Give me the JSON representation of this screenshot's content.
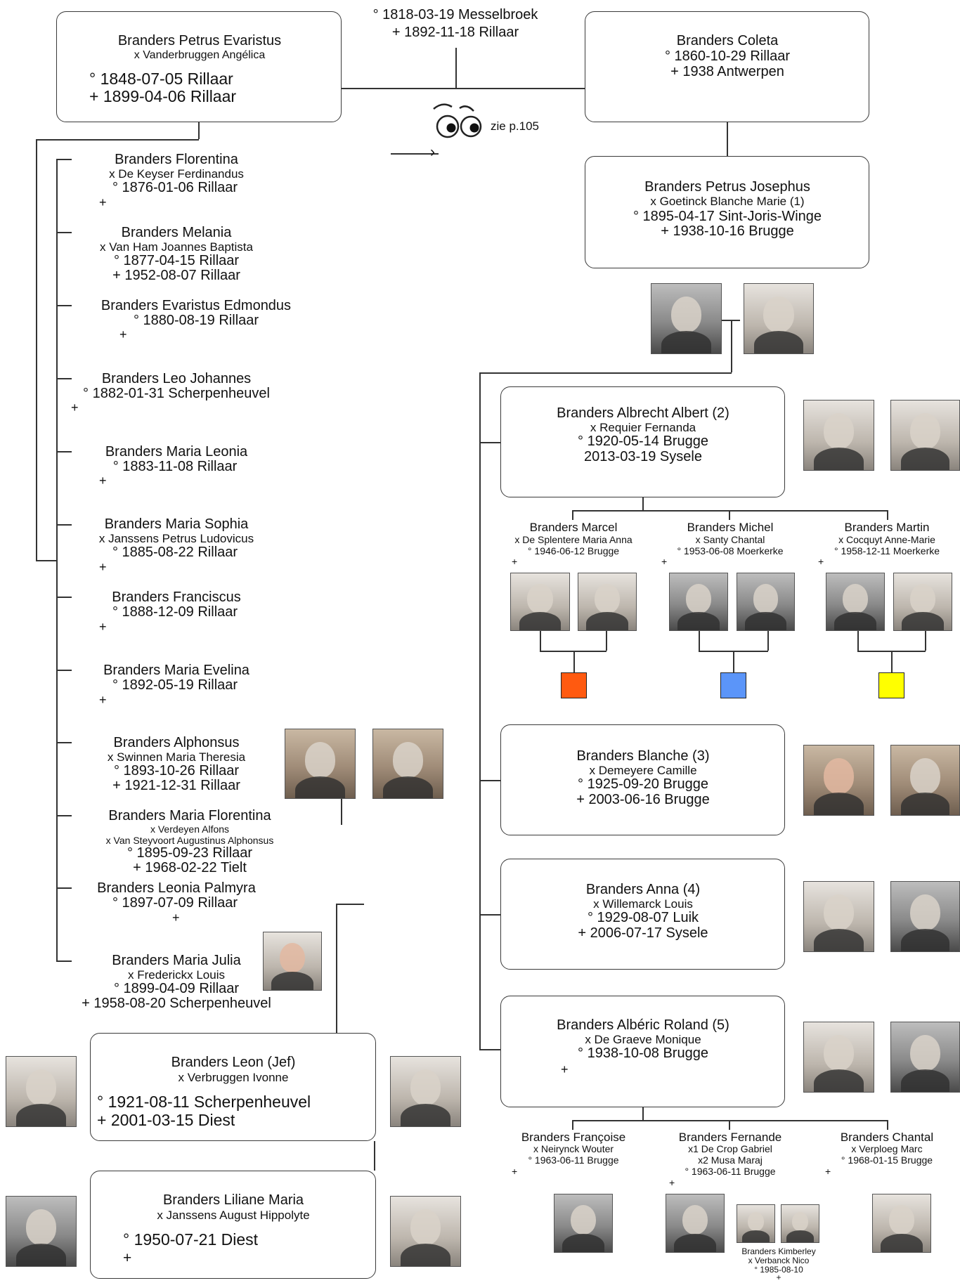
{
  "top_person": {
    "birth": "° 1818-03-19   Messelbroek",
    "death": "+ 1892-11-18   Rillaar"
  },
  "petrus_evaristus": {
    "name": "Branders Petrus Evaristus",
    "spouse": "x Vanderbruggen Angélica",
    "birth": "° 1848-07-05    Rillaar",
    "death": "+ 1899-04-06    Rillaar"
  },
  "coleta": {
    "name": "Branders Coleta",
    "birth": "° 1860-10-29   Rillaar",
    "death": "+ 1938    Antwerpen"
  },
  "zie_note": "zie p.105",
  "petrus_josephus": {
    "name": "Branders  Petrus Josephus",
    "spouse": "x Goetinck Blanche Marie (1)",
    "birth": "° 1895-04-17 Sint-Joris-Winge",
    "death": "+ 1938-10-16    Brugge"
  },
  "children_left": [
    {
      "name": "Branders Florentina",
      "spouse": "x De Keyser Ferdinandus",
      "birth": "° 1876-01-06    Rillaar",
      "death": "+"
    },
    {
      "name": "Branders Melania",
      "spouse": "x Van Ham Joannes Baptista",
      "birth": "° 1877-04-15    Rillaar",
      "death": "+ 1952-08-07    Rillaar"
    },
    {
      "name": "Branders Evaristus Edmondus",
      "birth": "° 1880-08-19    Rillaar",
      "death": "+"
    },
    {
      "name": "Branders Leo Johannes",
      "birth": "° 1882-01-31 Scherpenheuvel",
      "death": "+"
    },
    {
      "name": "Branders Maria Leonia",
      "birth": "° 1883-11-08    Rillaar",
      "death": "+"
    },
    {
      "name": "Branders Maria Sophia",
      "spouse": "x Janssens Petrus Ludovicus",
      "birth": "° 1885-08-22    Rillaar",
      "death": "+"
    },
    {
      "name": "Branders Franciscus",
      "birth": "° 1888-12-09    Rillaar",
      "death": "+"
    },
    {
      "name": "Branders Maria Evelina",
      "birth": "° 1892-05-19    Rillaar",
      "death": "+"
    },
    {
      "name": "Branders Alphonsus",
      "spouse": "x Swinnen Maria Theresia",
      "birth": "° 1893-10-26    Rillaar",
      "death": "+ 1921-12-31    Rillaar"
    },
    {
      "name": "Branders Maria Florentina",
      "spouse": "x Verdeyen Alfons",
      "spouse2": "x Van Steyvoort Augustinus Alphonsus",
      "birth": "° 1895-09-23    Rillaar",
      "death": "+ 1968-02-22    Tielt"
    },
    {
      "name": "Branders Leonia Palmyra",
      "birth": "° 1897-07-09    Rillaar",
      "death": "+"
    },
    {
      "name": "Branders Maria Julia",
      "spouse": "x Frederickx Louis",
      "birth": "° 1899-04-09    Rillaar",
      "death": "+ 1958-08-20  Scherpenheuvel"
    }
  ],
  "leon": {
    "name": "Branders Leon (Jef)",
    "spouse": "x Verbruggen Ivonne",
    "birth": "° 1921-08-11    Scherpenheuvel",
    "death": "+ 2001-03-15     Diest"
  },
  "liliane": {
    "name": "Branders Liliane Maria",
    "spouse": "x Janssens August Hippolyte",
    "birth": "° 1950-07-21     Diest",
    "death": "+"
  },
  "albrecht": {
    "name": "Branders Albrecht Albert (2)",
    "spouse": "x Requier Fernanda",
    "birth": "° 1920-05-14    Brugge",
    "death": "2013-03-19    Sysele"
  },
  "albrecht_children": [
    {
      "name": "Branders Marcel",
      "spouse": "x De Splentere Maria Anna",
      "birth": "° 1946-06-12   Brugge",
      "death": "+",
      "color": "#ff5a10"
    },
    {
      "name": "Branders Michel",
      "spouse": "x Santy Chantal",
      "birth": "° 1953-06-08    Moerkerke",
      "death": "+",
      "color": "#5b95f9"
    },
    {
      "name": "Branders Martin",
      "spouse": "x Cocquyt Anne-Marie",
      "birth": "° 1958-12-11    Moerkerke",
      "death": "+",
      "color": "#ffff00"
    }
  ],
  "blanche": {
    "name": "Branders Blanche (3)",
    "spouse": "x Demeyere Camille",
    "birth": "° 1925-09-20    Brugge",
    "death": "+ 2003-06-16    Brugge"
  },
  "anna": {
    "name": "Branders Anna (4)",
    "spouse": "x Willemarck Louis",
    "birth": "° 1929-08-07    Luik",
    "death": "+ 2006-07-17    Sysele"
  },
  "alberic": {
    "name": "Branders Albéric Roland (5)",
    "spouse": "x De Graeve Monique",
    "birth": "° 1938-10-08    Brugge",
    "death": "+"
  },
  "alberic_children": [
    {
      "name": "Branders Françoise",
      "spouse": "x Neirynck Wouter",
      "birth": "° 1963-06-11   Brugge",
      "death": "+"
    },
    {
      "name": "Branders Fernande",
      "spouse": "x1 De Crop Gabriel",
      "spouse2": "x2 Musa Maraj",
      "birth": "° 1963-06-11    Brugge",
      "death": "+"
    },
    {
      "name": "Branders Chantal",
      "spouse": "x Verploeg Marc",
      "birth": "° 1968-01-15   Brugge",
      "death": "+"
    }
  ],
  "kimberley": {
    "name": "Branders Kimberley",
    "spouse": "x Verbanck Nico",
    "birth": "° 1985-08-10",
    "death": "+"
  }
}
